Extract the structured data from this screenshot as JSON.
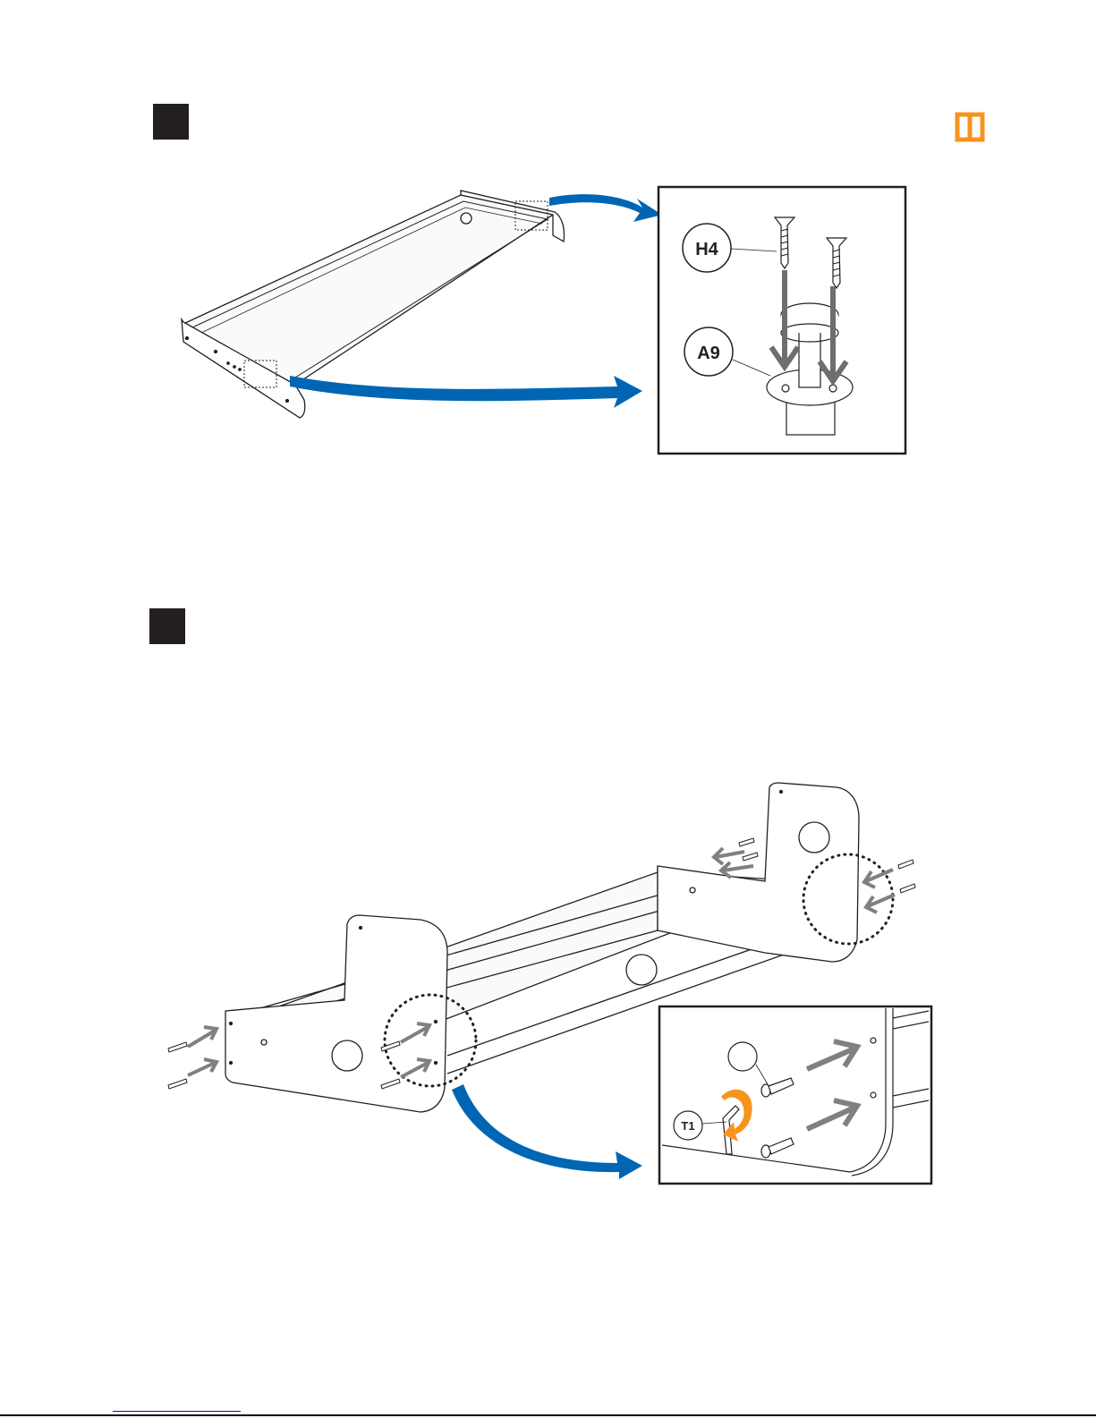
{
  "steps": [
    {
      "id": "step-1",
      "marker_color": "#231f20"
    },
    {
      "id": "step-2",
      "marker_color": "#231f20"
    }
  ],
  "page_icon": {
    "name": "orange-panel-icon",
    "color": "#f7941d"
  },
  "callouts": {
    "screw_label": "H4",
    "part_label": "A9",
    "tool_label": "T1"
  },
  "colors": {
    "arrow_blue": "#0066b3",
    "arrow_gray": "#808080",
    "rotate_orange": "#f7941d",
    "outline": "#231f20"
  }
}
